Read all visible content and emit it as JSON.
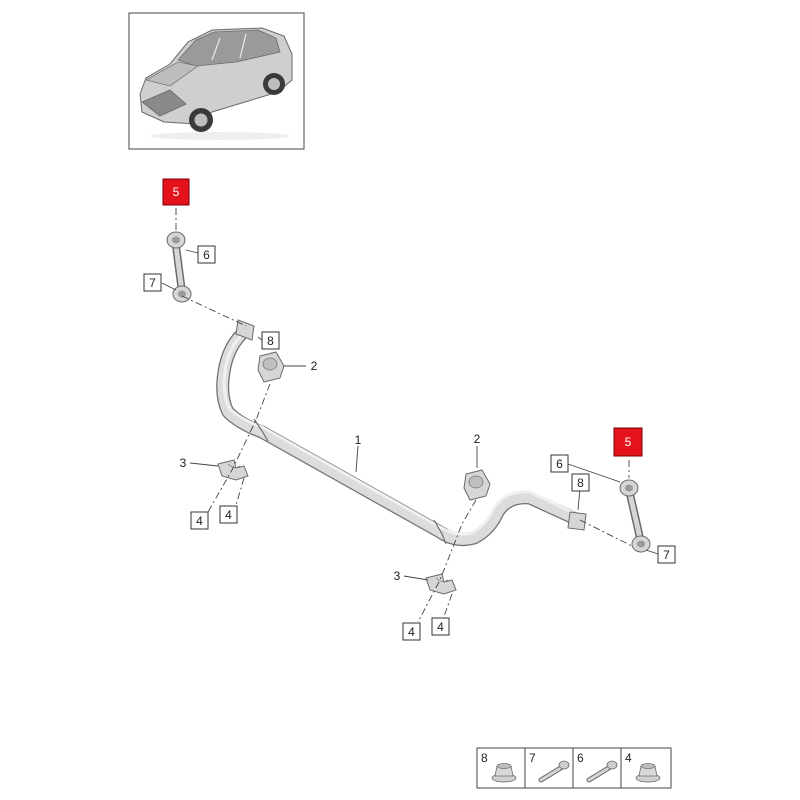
{
  "colors": {
    "highlight_box": "#e3121b",
    "part_fill": "#d6d6d6",
    "part_stroke": "#6b6b6b"
  },
  "callouts": {
    "stabilizer_bar": "1",
    "bushing_left": "2",
    "bushing_right": "2",
    "clamp_left": "3",
    "clamp_right": "3",
    "screw_left_a": "4",
    "screw_left_b": "4",
    "screw_right_a": "4",
    "screw_right_b": "4",
    "link_left": "5",
    "link_right": "5",
    "nut_left": "6",
    "nut_right": "6",
    "bolt_left": "7",
    "bolt_right": "7",
    "lock_nut_left": "8",
    "lock_nut_right": "8"
  },
  "legend": {
    "items": [
      {
        "number": "8",
        "icon": "flange-nut-icon"
      },
      {
        "number": "7",
        "icon": "bolt-icon"
      },
      {
        "number": "6",
        "icon": "bolt-icon"
      },
      {
        "number": "4",
        "icon": "flange-nut-icon"
      }
    ]
  }
}
